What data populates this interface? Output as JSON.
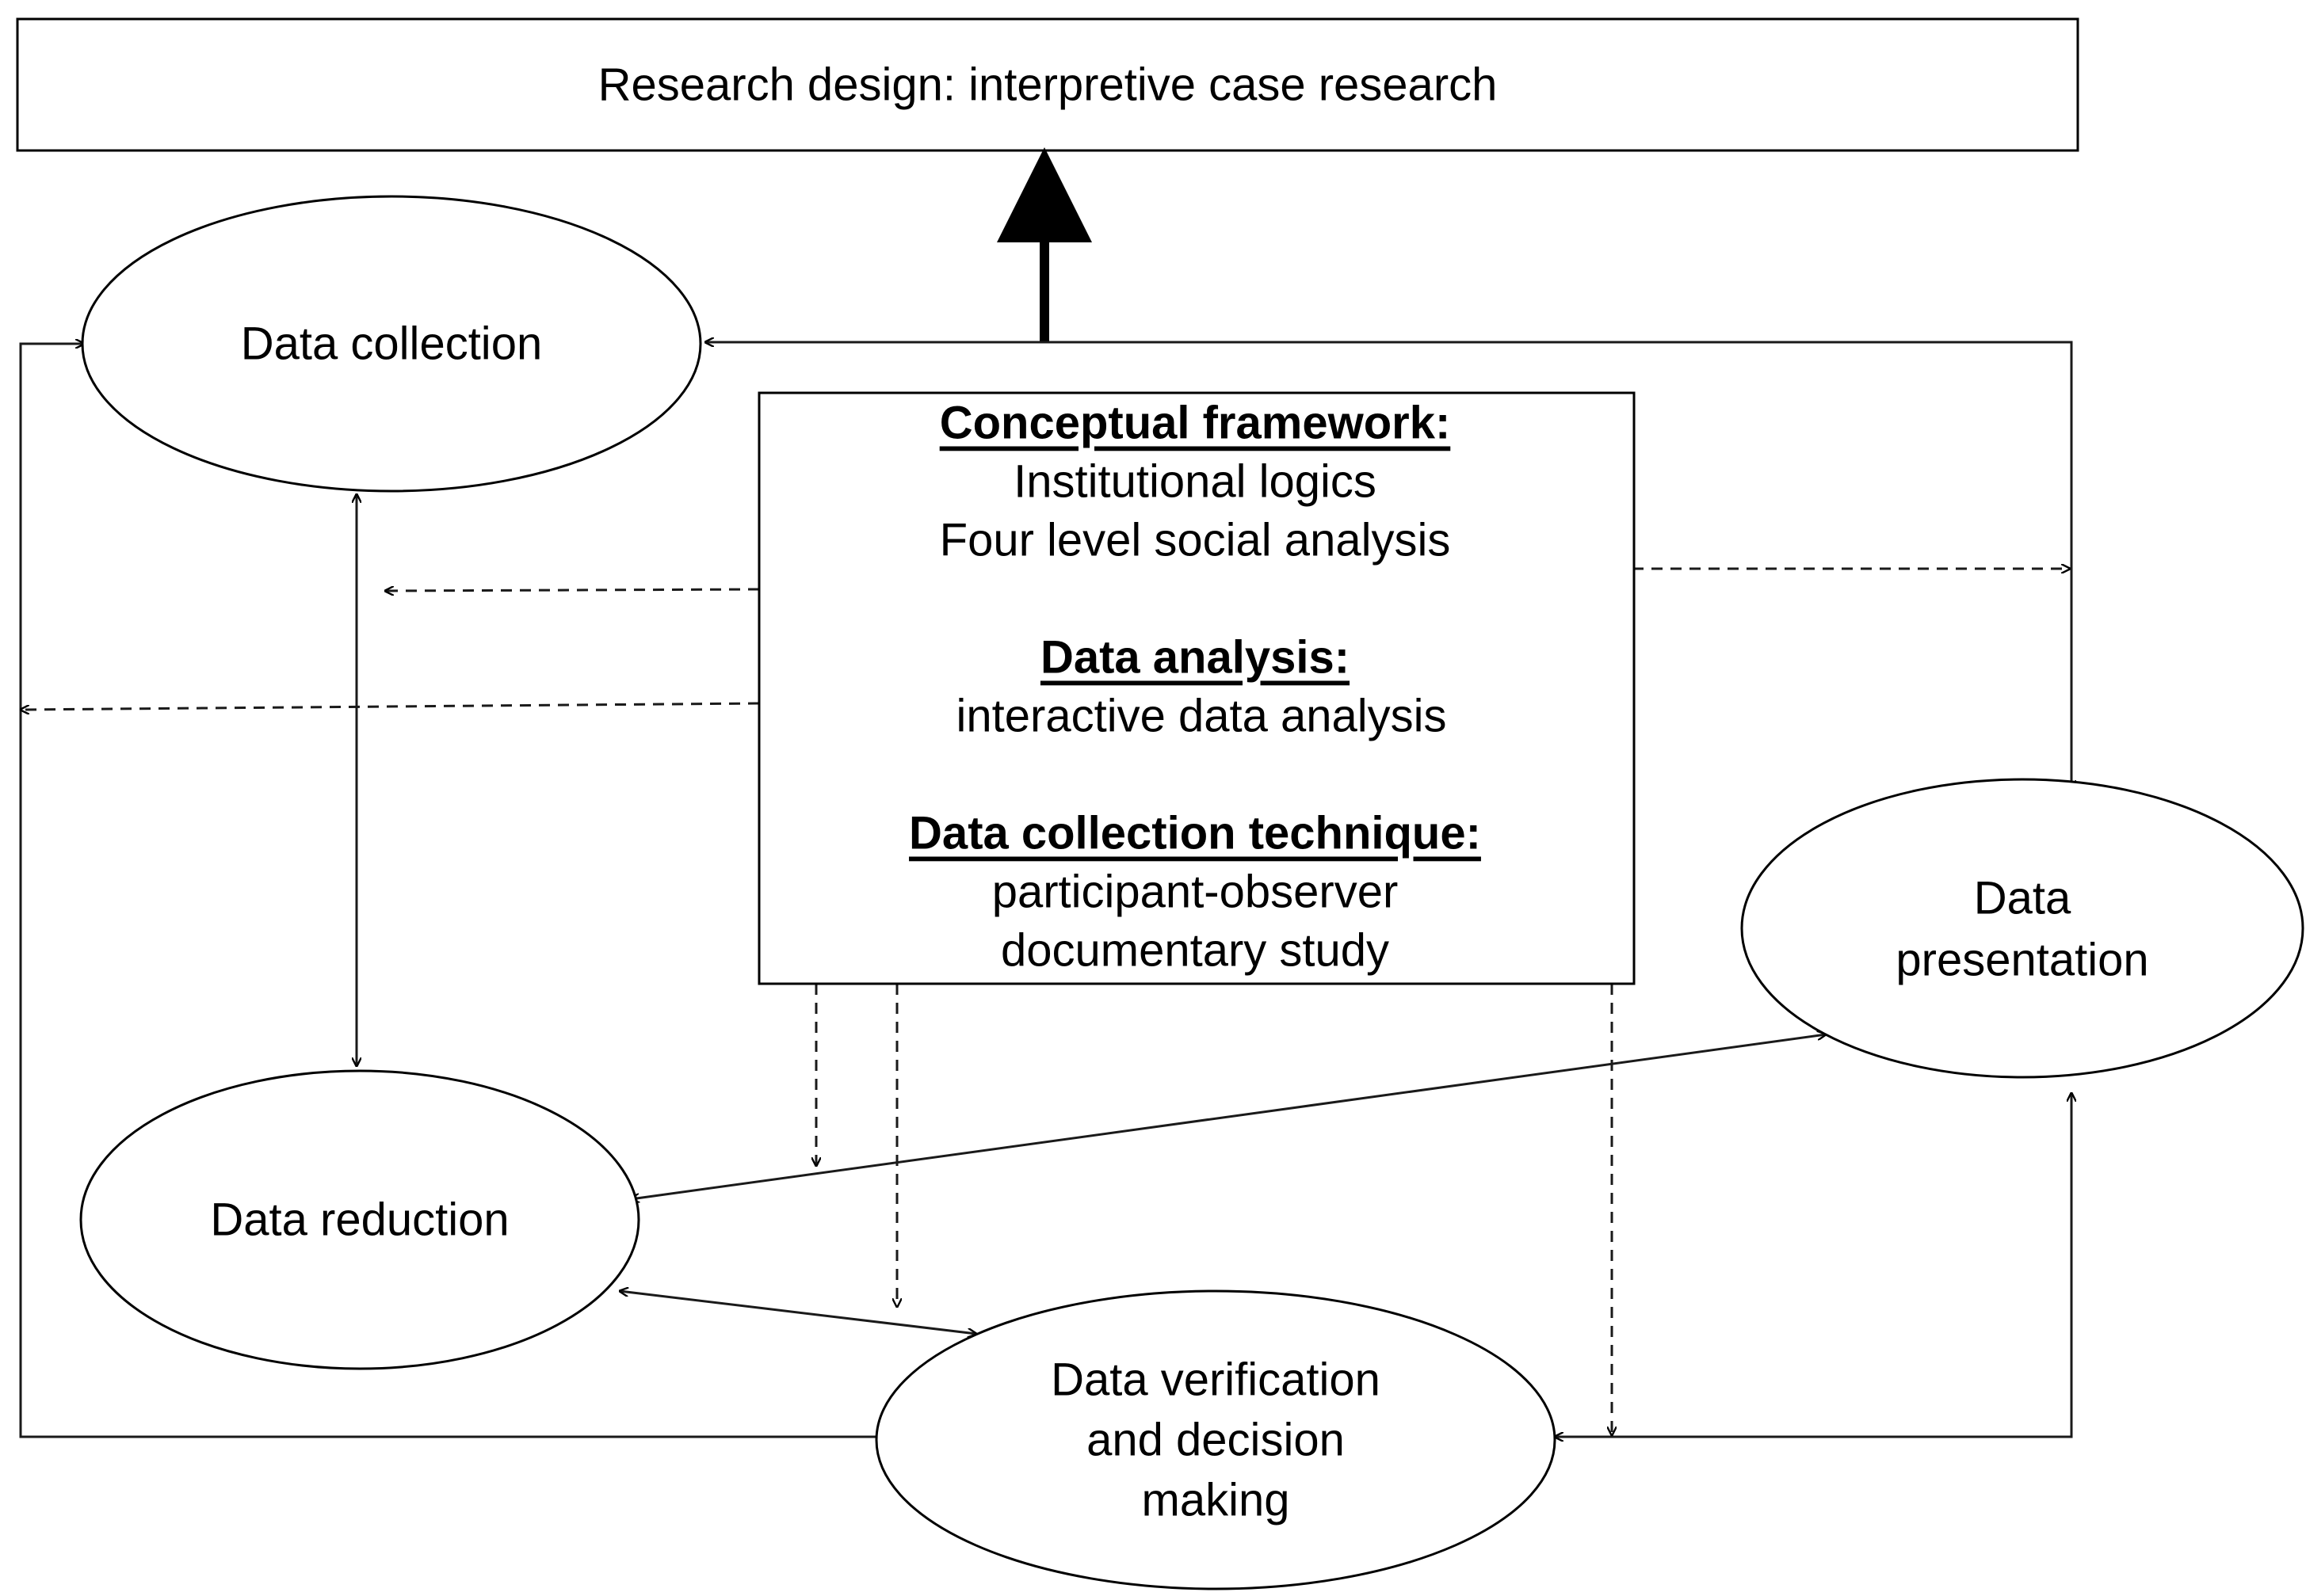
{
  "title_box": {
    "label": "Research design: interpretive case research"
  },
  "nodes": {
    "data_collection": "Data collection",
    "data_reduction": "Data reduction",
    "data_presentation": [
      "Data",
      "presentation"
    ],
    "data_verification": [
      "Data verification",
      "and decision",
      "making"
    ]
  },
  "framework": {
    "sections": [
      {
        "heading": "Conceptual framework:",
        "items": [
          "Institutional logics",
          "Four level social analysis"
        ]
      },
      {
        "heading": "Data analysis:",
        "items": [
          "interactive data analysis"
        ]
      },
      {
        "heading": "Data collection technique:",
        "items": [
          "participant-observer",
          "documentary study"
        ]
      }
    ]
  },
  "colors": {
    "stroke": "#000000",
    "background": "#ffffff"
  }
}
